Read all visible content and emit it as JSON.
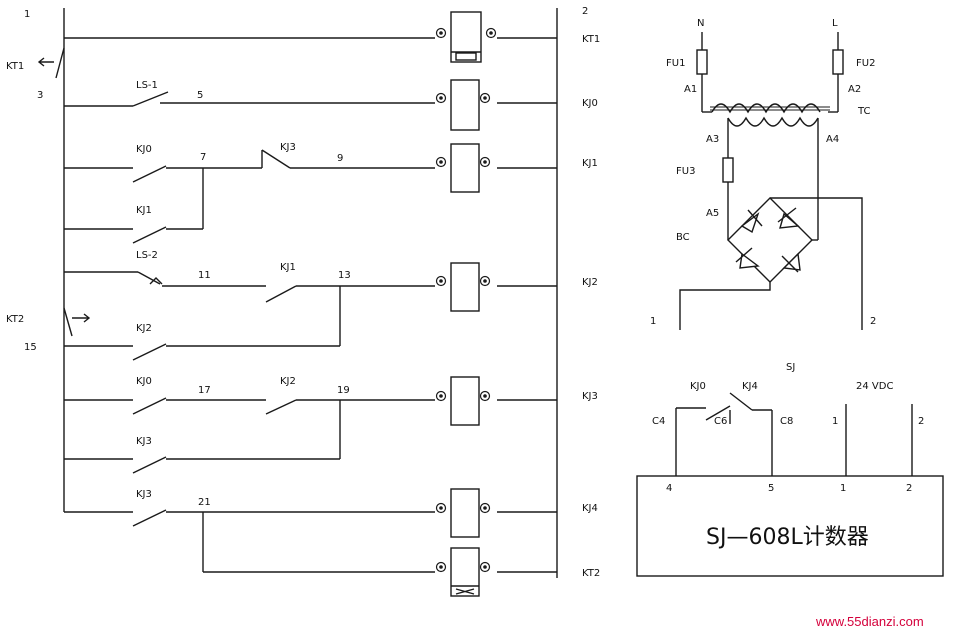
{
  "ladder": {
    "left_rail_label": "1",
    "right_rail_label": "2",
    "node_3": "3",
    "node_15": "15",
    "kt1_contact": "KT1",
    "kt2_contact": "KT2",
    "ls1": "LS-1",
    "ls2": "LS-2",
    "c_kj0_a": "KJ0",
    "c_kj1": "KJ1",
    "c_kj2_hold": "KJ2",
    "c_kj0_b": "KJ0",
    "c_kj3_hold": "KJ3",
    "c_kj3_out": "KJ3",
    "c_kj3_series": "KJ3",
    "c_kj1_series": "KJ1",
    "c_kj2_series": "KJ2",
    "n5": "5",
    "n7": "7",
    "n9": "9",
    "n11": "11",
    "n13": "13",
    "n17": "17",
    "n19": "19",
    "n21": "21",
    "coils": [
      "KT1",
      "KJ0",
      "KJ1",
      "KJ2",
      "KJ3",
      "KJ4",
      "KT2"
    ]
  },
  "power": {
    "N": "N",
    "L": "L",
    "FU1": "FU1",
    "FU2": "FU2",
    "FU3": "FU3",
    "A1": "A1",
    "A2": "A2",
    "A3": "A3",
    "A4": "A4",
    "A5": "A5",
    "TC": "TC",
    "BC": "BC",
    "out1": "1",
    "out2": "2"
  },
  "counter": {
    "SJ": "SJ",
    "KJ0": "KJ0",
    "KJ4": "KJ4",
    "supply": "24 VDC",
    "C4": "C4",
    "C6": "C6",
    "C8": "C8",
    "t1": "1",
    "t2": "2",
    "p4": "4",
    "p5": "5",
    "p1": "1",
    "p2": "2",
    "name": "SJ—608L计数器"
  },
  "watermark": "www.55dianzi.com"
}
